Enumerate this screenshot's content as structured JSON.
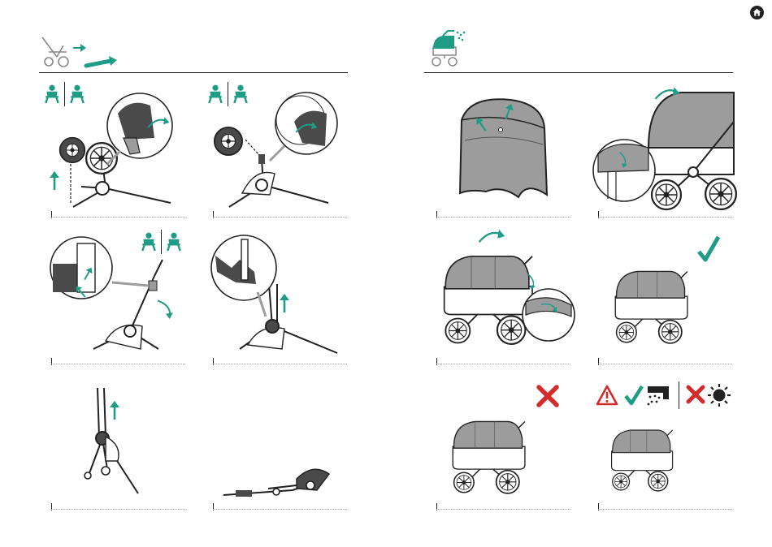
{
  "page": {
    "home_button": "home-icon",
    "colors": {
      "accent": "#1e9c86",
      "ink": "#222222",
      "canopy": "#9c9c9c",
      "warning": "#d42b2b",
      "separator": "#9a9a9a"
    }
  },
  "left_section": {
    "header_icon": "stroller-frame-icon",
    "arrow_icons": [
      "arrow-right-icon",
      "arrow-long-right-icon"
    ],
    "steps": [
      {
        "icons": [
          "seat-icon",
          "seat-reversed-icon"
        ],
        "illustration": "rear-wheel-removal"
      },
      {
        "icons": [
          "seat-icon",
          "seat-reversed-icon"
        ],
        "illustration": "rear-wheel-detached"
      },
      {
        "icons": [
          "seat-icon",
          "seat-reversed-icon"
        ],
        "illustration": "handlebar-release"
      },
      {
        "icons": [],
        "illustration": "frame-lift"
      },
      {
        "icons": [],
        "illustration": "frame-fold-upright"
      },
      {
        "icons": [],
        "illustration": "frame-folded-flat"
      }
    ]
  },
  "right_section": {
    "header_icon": "stroller-sun-canopy-icon",
    "steps": [
      {
        "illustration": "canopy-cover-unpacked"
      },
      {
        "illustration": "canopy-cover-attach-top"
      },
      {
        "illustration": "canopy-cover-pull-over"
      },
      {
        "illustration": "canopy-cover-fitted",
        "status_icon": "check-icon"
      },
      {
        "illustration": "canopy-cover-incorrect",
        "status_icon": "cross-icon"
      },
      {
        "illustration": "canopy-cover-weather",
        "status_icons": [
          "warning-icon",
          "check-icon",
          "rain-cloud-icon",
          "cross-icon",
          "sun-icon"
        ]
      }
    ]
  }
}
